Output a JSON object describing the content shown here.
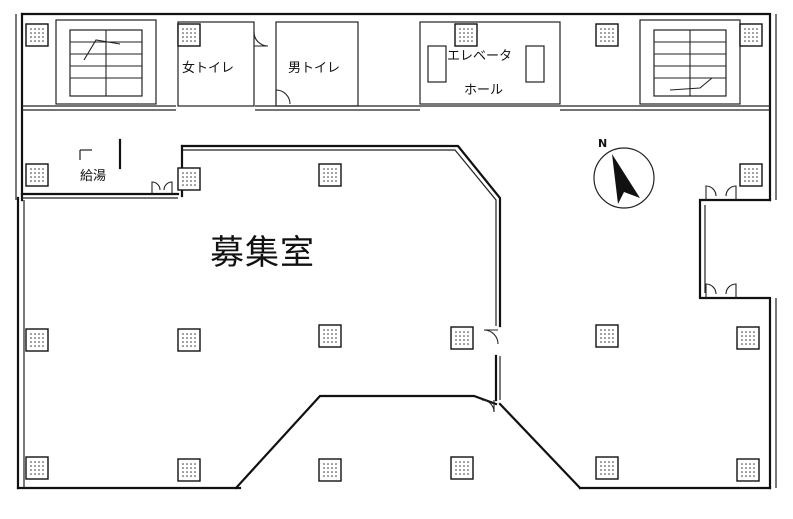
{
  "rooms": {
    "women_toilet": "女トイレ",
    "men_toilet": "男トイレ",
    "elevator_hall_line1": "エレベータ",
    "elevator_hall_line2": "ホール",
    "kitchenette": "給湯",
    "main_room": "募集室"
  },
  "compass": {
    "label": "N",
    "icon": "north-arrow-icon"
  },
  "colors": {
    "line": "#111111",
    "background": "#ffffff"
  }
}
